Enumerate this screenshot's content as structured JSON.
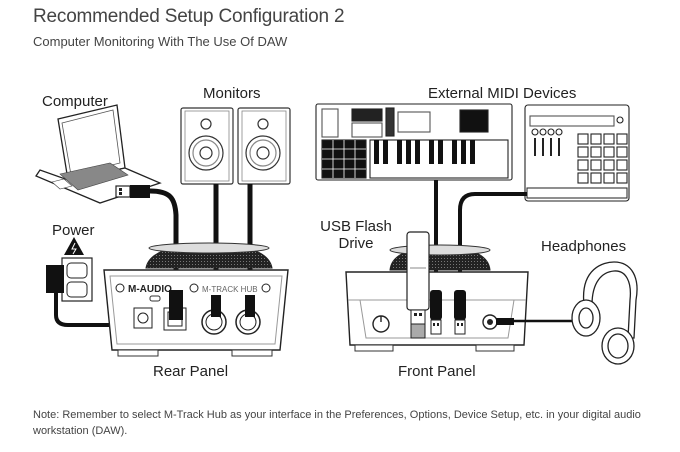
{
  "title": "Recommended Setup Configuration 2",
  "subtitle": "Computer Monitoring With The Use Of DAW",
  "labels": {
    "computer": "Computer",
    "monitors": "Monitors",
    "external_midi": "External MIDI Devices",
    "power": "Power",
    "usb_flash_line1": "USB Flash",
    "usb_flash_line2": "Drive",
    "headphones": "Headphones",
    "rear_panel": "Rear Panel",
    "front_panel": "Front Panel"
  },
  "device_text": {
    "brand": "M-AUDIO",
    "model": "M-TRACK HUB"
  },
  "note": "Note: Remember to select M-Track Hub as your interface in the Preferences, Options, Device Setup, etc. in your digital audio workstation (DAW).",
  "colors": {
    "line": "#1a1a1a",
    "cable": "#111111",
    "text": "#333333"
  }
}
